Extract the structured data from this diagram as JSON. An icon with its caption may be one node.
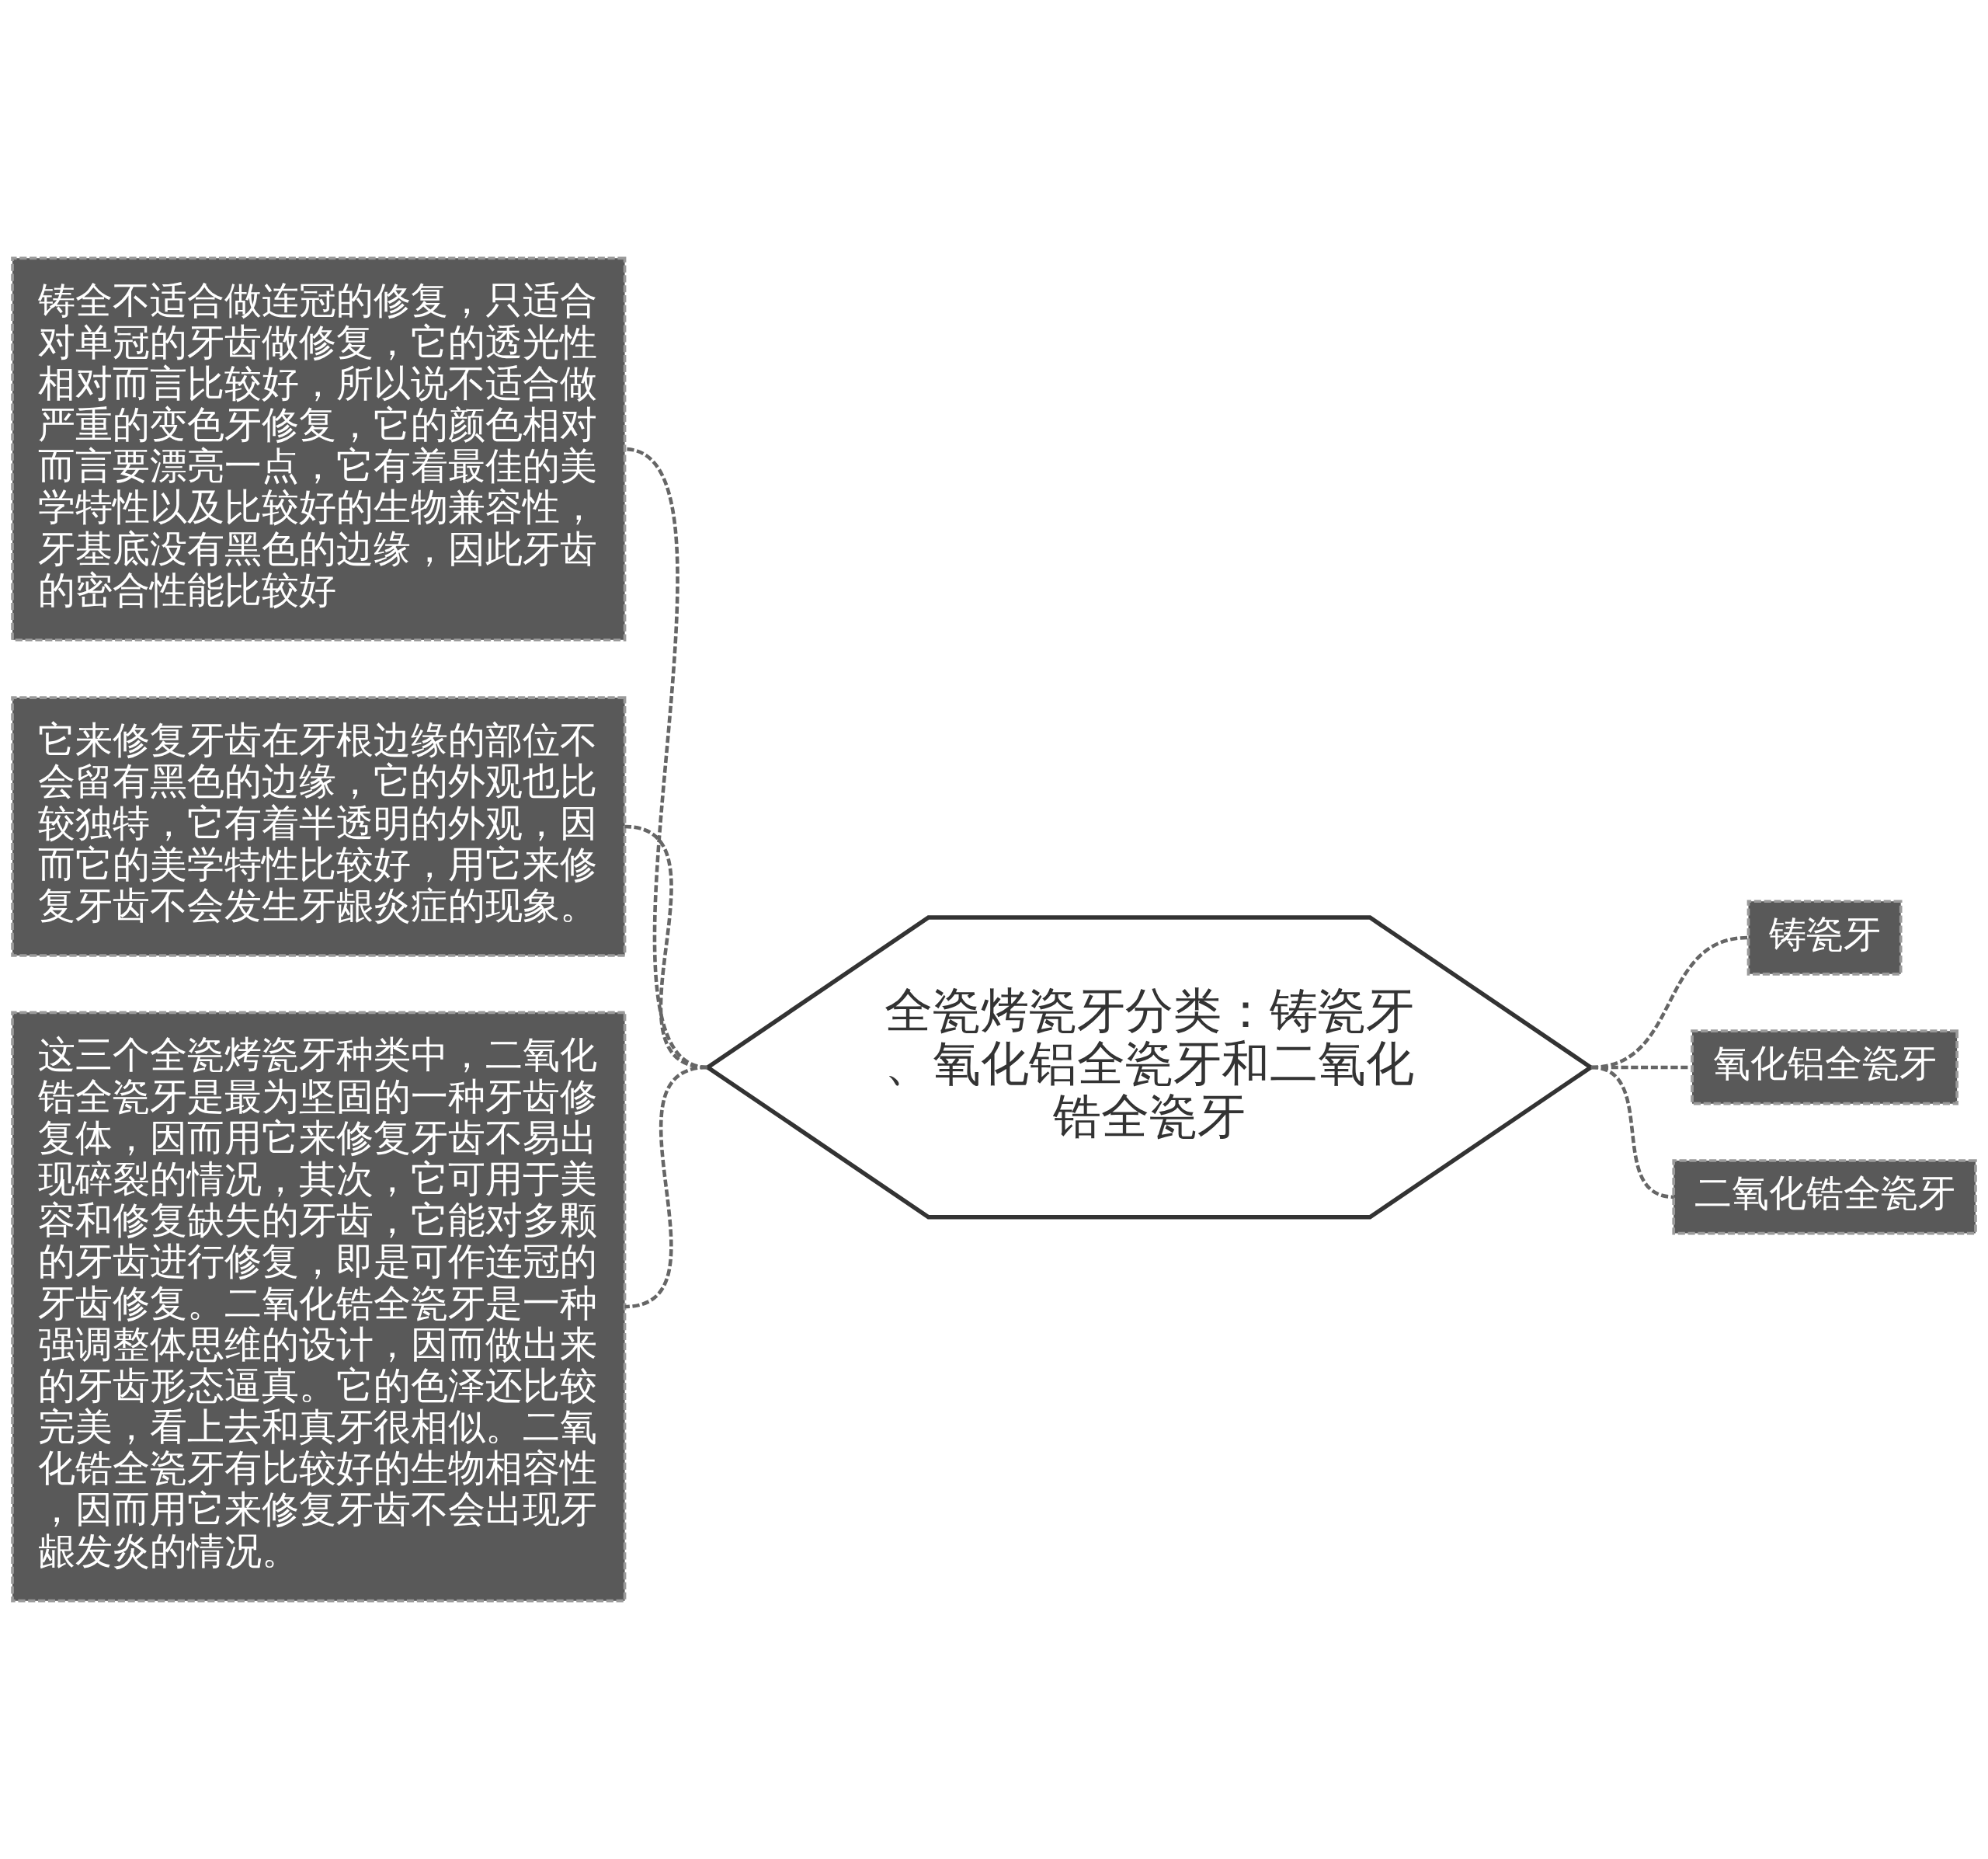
{
  "diagram": {
    "nodes": [
      {
        "text": [
          "铸全不适合做连冠的修复，只适合对单冠的牙齿做修复，它的透光性相对而言比较好，所以说不适合做严重的变色牙修复，它的颜色相对而言要漂亮一点，它有着最佳的美学特性以及比较好的生物兼容性，牙基底没有黑色的边缘，因此牙齿的密合性能比较好"
        ]
      },
      {
        "text": [
          "它来修复牙齿在牙根边缘的部位不会留有黑色的边缘，它的外观也比较独特，它有着半透明的外观，因而它的美学特性比较好，用它来修复牙齿不会发生牙龈炎症的现象。"
        ]
      },
      {
        "text": [
          "这三个全瓷烤瓷牙种类中，二氧化锆全瓷牙是最为坚固的一种牙齿修复体，因而用它来修复牙齿不易出现碎裂的情况，其次，它可用于美容和修复缺失的牙齿，它能对多颗的牙齿进行修复，即是可作连冠的牙齿修复。二氧化锆全瓷牙是一种强调整体思维的设计，因而做出来的牙齿形态逼真。它的色泽还比较完美，看上去和真牙很相似。二氧化锆全瓷牙有比较好的生物相容性，因而用它来修复牙齿不会出现牙龈发炎的情况。"
        ]
      },
      {
        "text": [
          "全瓷烤瓷牙分类：铸瓷牙、氧化铝全瓷牙和二氧化锆全瓷牙"
        ]
      },
      {
        "text": [
          "铸瓷牙"
        ]
      },
      {
        "text": [
          "氧化铝全瓷牙"
        ]
      },
      {
        "text": [
          "二氧化锆全瓷牙"
        ]
      }
    ],
    "edges": [
      {
        "from": 3,
        "to": 0,
        "arrow": "none",
        "style": "dashed"
      },
      {
        "from": 3,
        "to": 1,
        "arrow": "none",
        "style": "dashed"
      },
      {
        "from": 3,
        "to": 2,
        "arrow": "none",
        "style": "dashed"
      },
      {
        "from": 3,
        "to": 4,
        "arrow": "none",
        "style": "dashed"
      },
      {
        "from": 3,
        "to": 5,
        "arrow": "none",
        "style": "dashed"
      },
      {
        "from": 3,
        "to": 6,
        "arrow": "none",
        "style": "dashed"
      }
    ]
  }
}
